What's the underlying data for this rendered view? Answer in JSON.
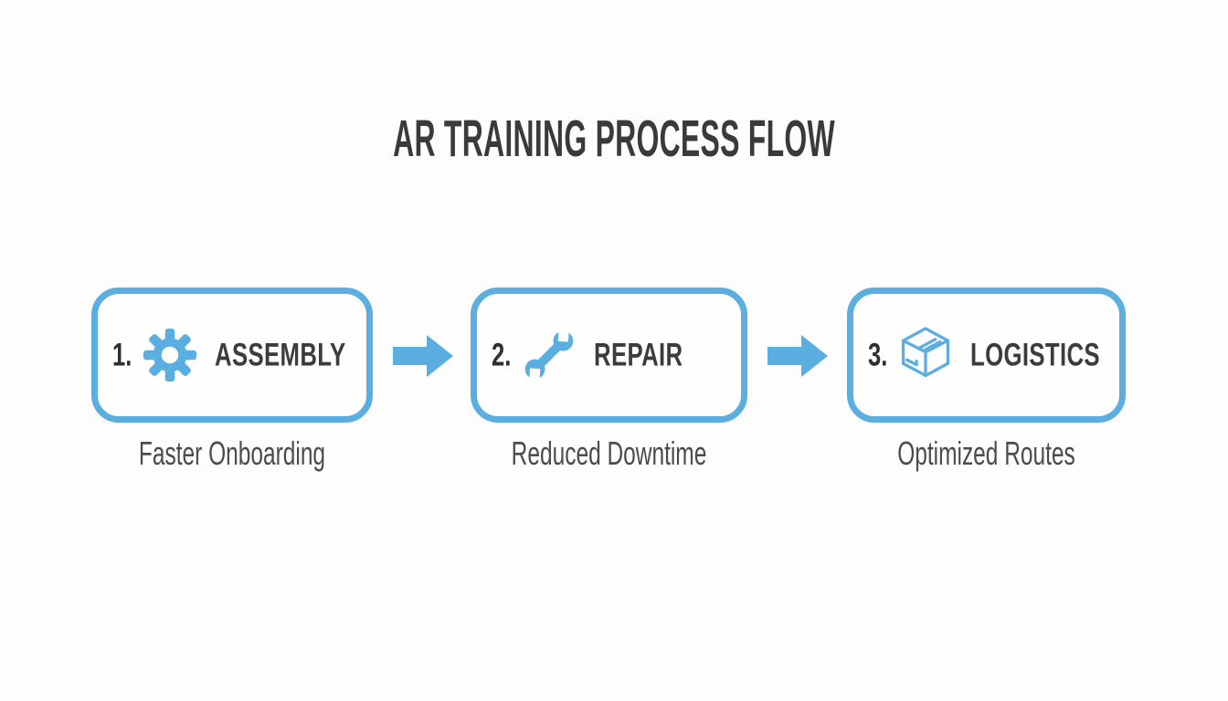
{
  "title": "AR TRAINING PROCESS FLOW",
  "colors": {
    "accent": "#5baee0",
    "title_text": "#3a3a3a",
    "label_text": "#3c3c3c",
    "caption_text": "#4b4b4b",
    "background": "#fdfdfd"
  },
  "steps": [
    {
      "number": "1.",
      "icon": "gear-icon",
      "label": "ASSEMBLY",
      "caption": "Faster Onboarding"
    },
    {
      "number": "2.",
      "icon": "wrench-icon",
      "label": "REPAIR",
      "caption": "Reduced Downtime"
    },
    {
      "number": "3.",
      "icon": "package-icon",
      "label": "LOGISTICS",
      "caption": "Optimized Routes"
    }
  ],
  "connector": {
    "icon": "arrow-right-icon",
    "count": 2
  }
}
